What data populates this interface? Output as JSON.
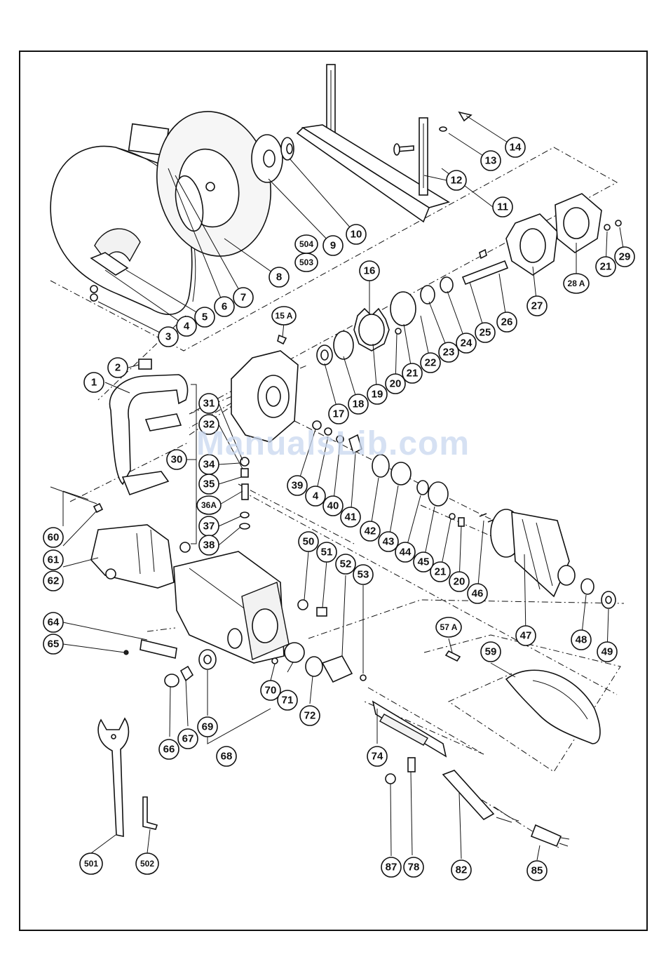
{
  "watermark": "ManualsLib.com",
  "callouts": [
    {
      "id": "1",
      "label": "1"
    },
    {
      "id": "2",
      "label": "2"
    },
    {
      "id": "3",
      "label": "3"
    },
    {
      "id": "4",
      "label": "4"
    },
    {
      "id": "4b",
      "label": "4"
    },
    {
      "id": "5",
      "label": "5"
    },
    {
      "id": "6",
      "label": "6"
    },
    {
      "id": "7",
      "label": "7"
    },
    {
      "id": "8",
      "label": "8"
    },
    {
      "id": "9",
      "label": "9"
    },
    {
      "id": "10",
      "label": "10"
    },
    {
      "id": "11",
      "label": "11"
    },
    {
      "id": "12",
      "label": "12"
    },
    {
      "id": "13",
      "label": "13"
    },
    {
      "id": "14",
      "label": "14"
    },
    {
      "id": "15A",
      "label": "15 A"
    },
    {
      "id": "16",
      "label": "16"
    },
    {
      "id": "17",
      "label": "17"
    },
    {
      "id": "18",
      "label": "18"
    },
    {
      "id": "19",
      "label": "19"
    },
    {
      "id": "20",
      "label": "20"
    },
    {
      "id": "20b",
      "label": "20"
    },
    {
      "id": "21",
      "label": "21"
    },
    {
      "id": "21b",
      "label": "21"
    },
    {
      "id": "21c",
      "label": "21"
    },
    {
      "id": "22",
      "label": "22"
    },
    {
      "id": "23",
      "label": "23"
    },
    {
      "id": "24",
      "label": "24"
    },
    {
      "id": "25",
      "label": "25"
    },
    {
      "id": "26",
      "label": "26"
    },
    {
      "id": "27",
      "label": "27"
    },
    {
      "id": "28A",
      "label": "28 A"
    },
    {
      "id": "29",
      "label": "29"
    },
    {
      "id": "30",
      "label": "30"
    },
    {
      "id": "31",
      "label": "31"
    },
    {
      "id": "32",
      "label": "32"
    },
    {
      "id": "34",
      "label": "34"
    },
    {
      "id": "35",
      "label": "35"
    },
    {
      "id": "36A",
      "label": "36A"
    },
    {
      "id": "37",
      "label": "37"
    },
    {
      "id": "38",
      "label": "38"
    },
    {
      "id": "39",
      "label": "39"
    },
    {
      "id": "40",
      "label": "40"
    },
    {
      "id": "41",
      "label": "41"
    },
    {
      "id": "42",
      "label": "42"
    },
    {
      "id": "43",
      "label": "43"
    },
    {
      "id": "44",
      "label": "44"
    },
    {
      "id": "45",
      "label": "45"
    },
    {
      "id": "46",
      "label": "46"
    },
    {
      "id": "47",
      "label": "47"
    },
    {
      "id": "48",
      "label": "48"
    },
    {
      "id": "49",
      "label": "49"
    },
    {
      "id": "50",
      "label": "50"
    },
    {
      "id": "51",
      "label": "51"
    },
    {
      "id": "52",
      "label": "52"
    },
    {
      "id": "53",
      "label": "53"
    },
    {
      "id": "57A",
      "label": "57 A"
    },
    {
      "id": "59",
      "label": "59"
    },
    {
      "id": "60",
      "label": "60"
    },
    {
      "id": "61",
      "label": "61"
    },
    {
      "id": "62",
      "label": "62"
    },
    {
      "id": "64",
      "label": "64"
    },
    {
      "id": "65",
      "label": "65"
    },
    {
      "id": "66",
      "label": "66"
    },
    {
      "id": "67",
      "label": "67"
    },
    {
      "id": "68",
      "label": "68"
    },
    {
      "id": "69",
      "label": "69"
    },
    {
      "id": "70",
      "label": "70"
    },
    {
      "id": "71",
      "label": "71"
    },
    {
      "id": "72",
      "label": "72"
    },
    {
      "id": "74",
      "label": "74"
    },
    {
      "id": "78",
      "label": "78"
    },
    {
      "id": "82",
      "label": "82"
    },
    {
      "id": "85",
      "label": "85"
    },
    {
      "id": "87",
      "label": "87"
    },
    {
      "id": "501",
      "label": "501"
    },
    {
      "id": "502",
      "label": "502"
    },
    {
      "id": "503",
      "label": "503"
    },
    {
      "id": "504",
      "label": "504"
    }
  ]
}
